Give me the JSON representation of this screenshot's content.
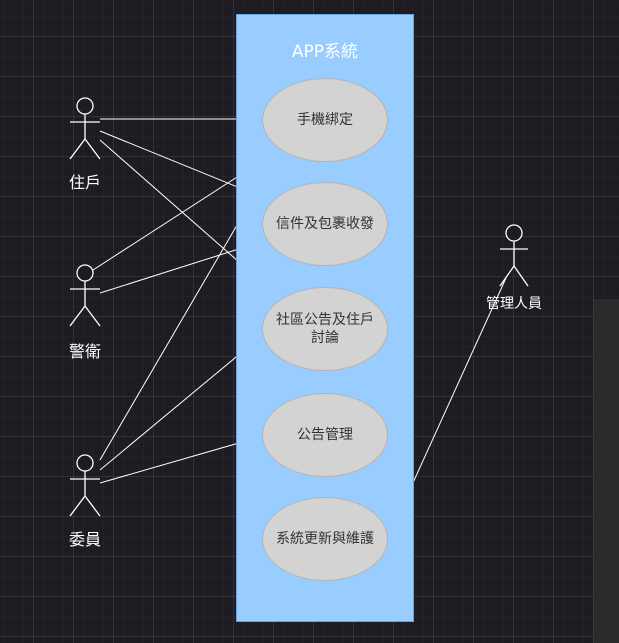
{
  "system": {
    "title": "APP系統"
  },
  "usecases": [
    {
      "label": "手機綁定"
    },
    {
      "label": "信件及包裹收發"
    },
    {
      "label": "社區公告及住戶\n討論"
    },
    {
      "label": "公告管理"
    },
    {
      "label": "系統更新與維護"
    }
  ],
  "actors": [
    {
      "label": "住戶"
    },
    {
      "label": "警衛"
    },
    {
      "label": "委員"
    },
    {
      "label": "管理人員"
    }
  ],
  "colors": {
    "canvas_background": "#1e1c22",
    "system_box": "#99ccff",
    "usecase_fill": "#d3d3d3",
    "lines": "#ffffff"
  }
}
